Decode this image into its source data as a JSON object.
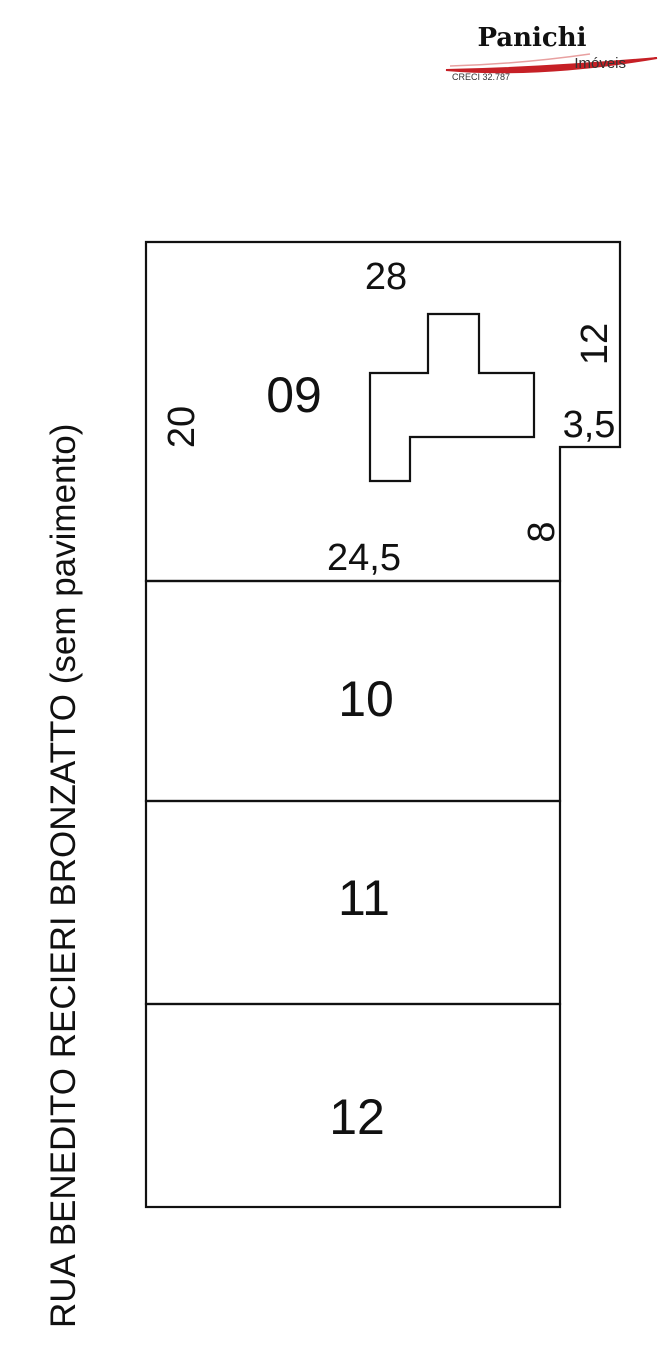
{
  "logo": {
    "name": "Panichi",
    "subtitle": "Imóveis",
    "creci": "CRECI 32.787",
    "swoosh_color": "#c62026",
    "swoosh_accent": "#e8a0a0"
  },
  "street": {
    "label": "RUA BENEDITO RECIERI BRONZATTO (sem pavimento)"
  },
  "lots": [
    {
      "id": "09"
    },
    {
      "id": "10"
    },
    {
      "id": "11"
    },
    {
      "id": "12"
    }
  ],
  "dimensions": {
    "top": "28",
    "right_upper": "12",
    "notch": "3,5",
    "left": "20",
    "right_lower": "8",
    "bottom": "24,5"
  }
}
